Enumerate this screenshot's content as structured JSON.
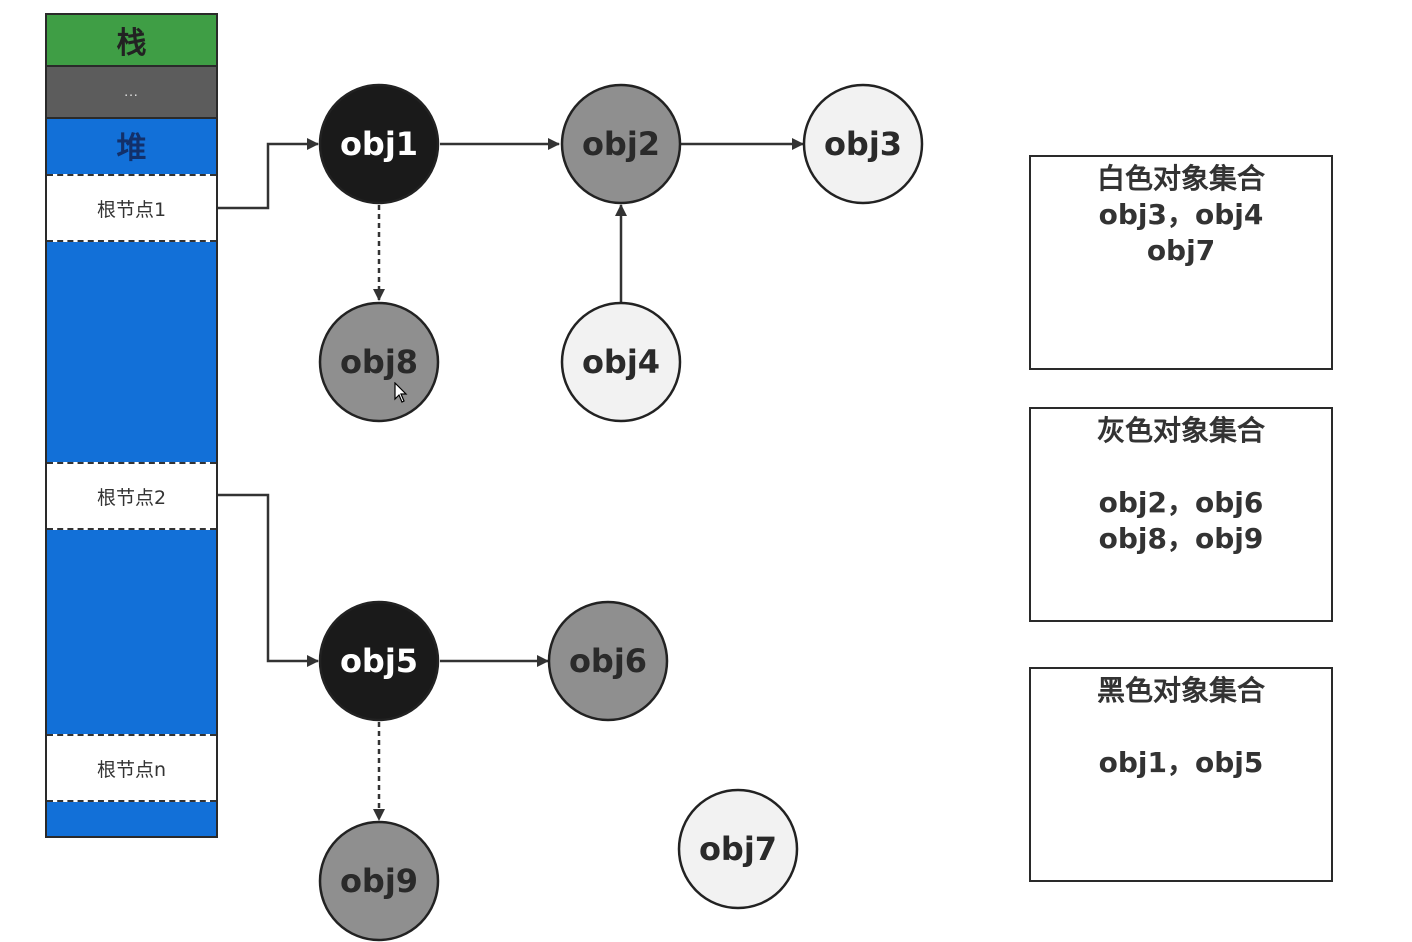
{
  "memory": {
    "stack_label": "栈",
    "ellipsis": "...",
    "heap_label": "堆",
    "roots": [
      "根节点1",
      "根节点2",
      "根节点n"
    ]
  },
  "nodes": [
    {
      "id": "obj1",
      "label": "obj1",
      "color": "black"
    },
    {
      "id": "obj2",
      "label": "obj2",
      "color": "gray"
    },
    {
      "id": "obj3",
      "label": "obj3",
      "color": "white"
    },
    {
      "id": "obj4",
      "label": "obj4",
      "color": "white"
    },
    {
      "id": "obj5",
      "label": "obj5",
      "color": "black"
    },
    {
      "id": "obj6",
      "label": "obj6",
      "color": "gray"
    },
    {
      "id": "obj7",
      "label": "obj7",
      "color": "white"
    },
    {
      "id": "obj8",
      "label": "obj8",
      "color": "gray"
    },
    {
      "id": "obj9",
      "label": "obj9",
      "color": "gray"
    }
  ],
  "edges": [
    {
      "from": "根节点1",
      "to": "obj1",
      "style": "solid"
    },
    {
      "from": "obj1",
      "to": "obj2",
      "style": "solid"
    },
    {
      "from": "obj2",
      "to": "obj3",
      "style": "solid"
    },
    {
      "from": "obj4",
      "to": "obj2",
      "style": "solid"
    },
    {
      "from": "obj1",
      "to": "obj8",
      "style": "dashed"
    },
    {
      "from": "根节点2",
      "to": "obj5",
      "style": "solid"
    },
    {
      "from": "obj5",
      "to": "obj6",
      "style": "solid"
    },
    {
      "from": "obj5",
      "to": "obj9",
      "style": "dashed"
    }
  ],
  "sets": {
    "white": {
      "title": "白色对象集合",
      "lines": [
        "obj3，obj4",
        "obj7"
      ]
    },
    "gray": {
      "title": "灰色对象集合",
      "lines": [
        "obj2，obj6",
        "obj8，obj9"
      ]
    },
    "black": {
      "title": "黑色对象集合",
      "lines": [
        "obj1，obj5"
      ]
    }
  },
  "colors": {
    "black_fill": "#1a1a1a",
    "gray_fill": "#8f8f8f",
    "white_fill": "#f2f2f2",
    "edge": "#333333",
    "heap_blue": "#1270d8",
    "stack_green": "#3f9e45"
  }
}
